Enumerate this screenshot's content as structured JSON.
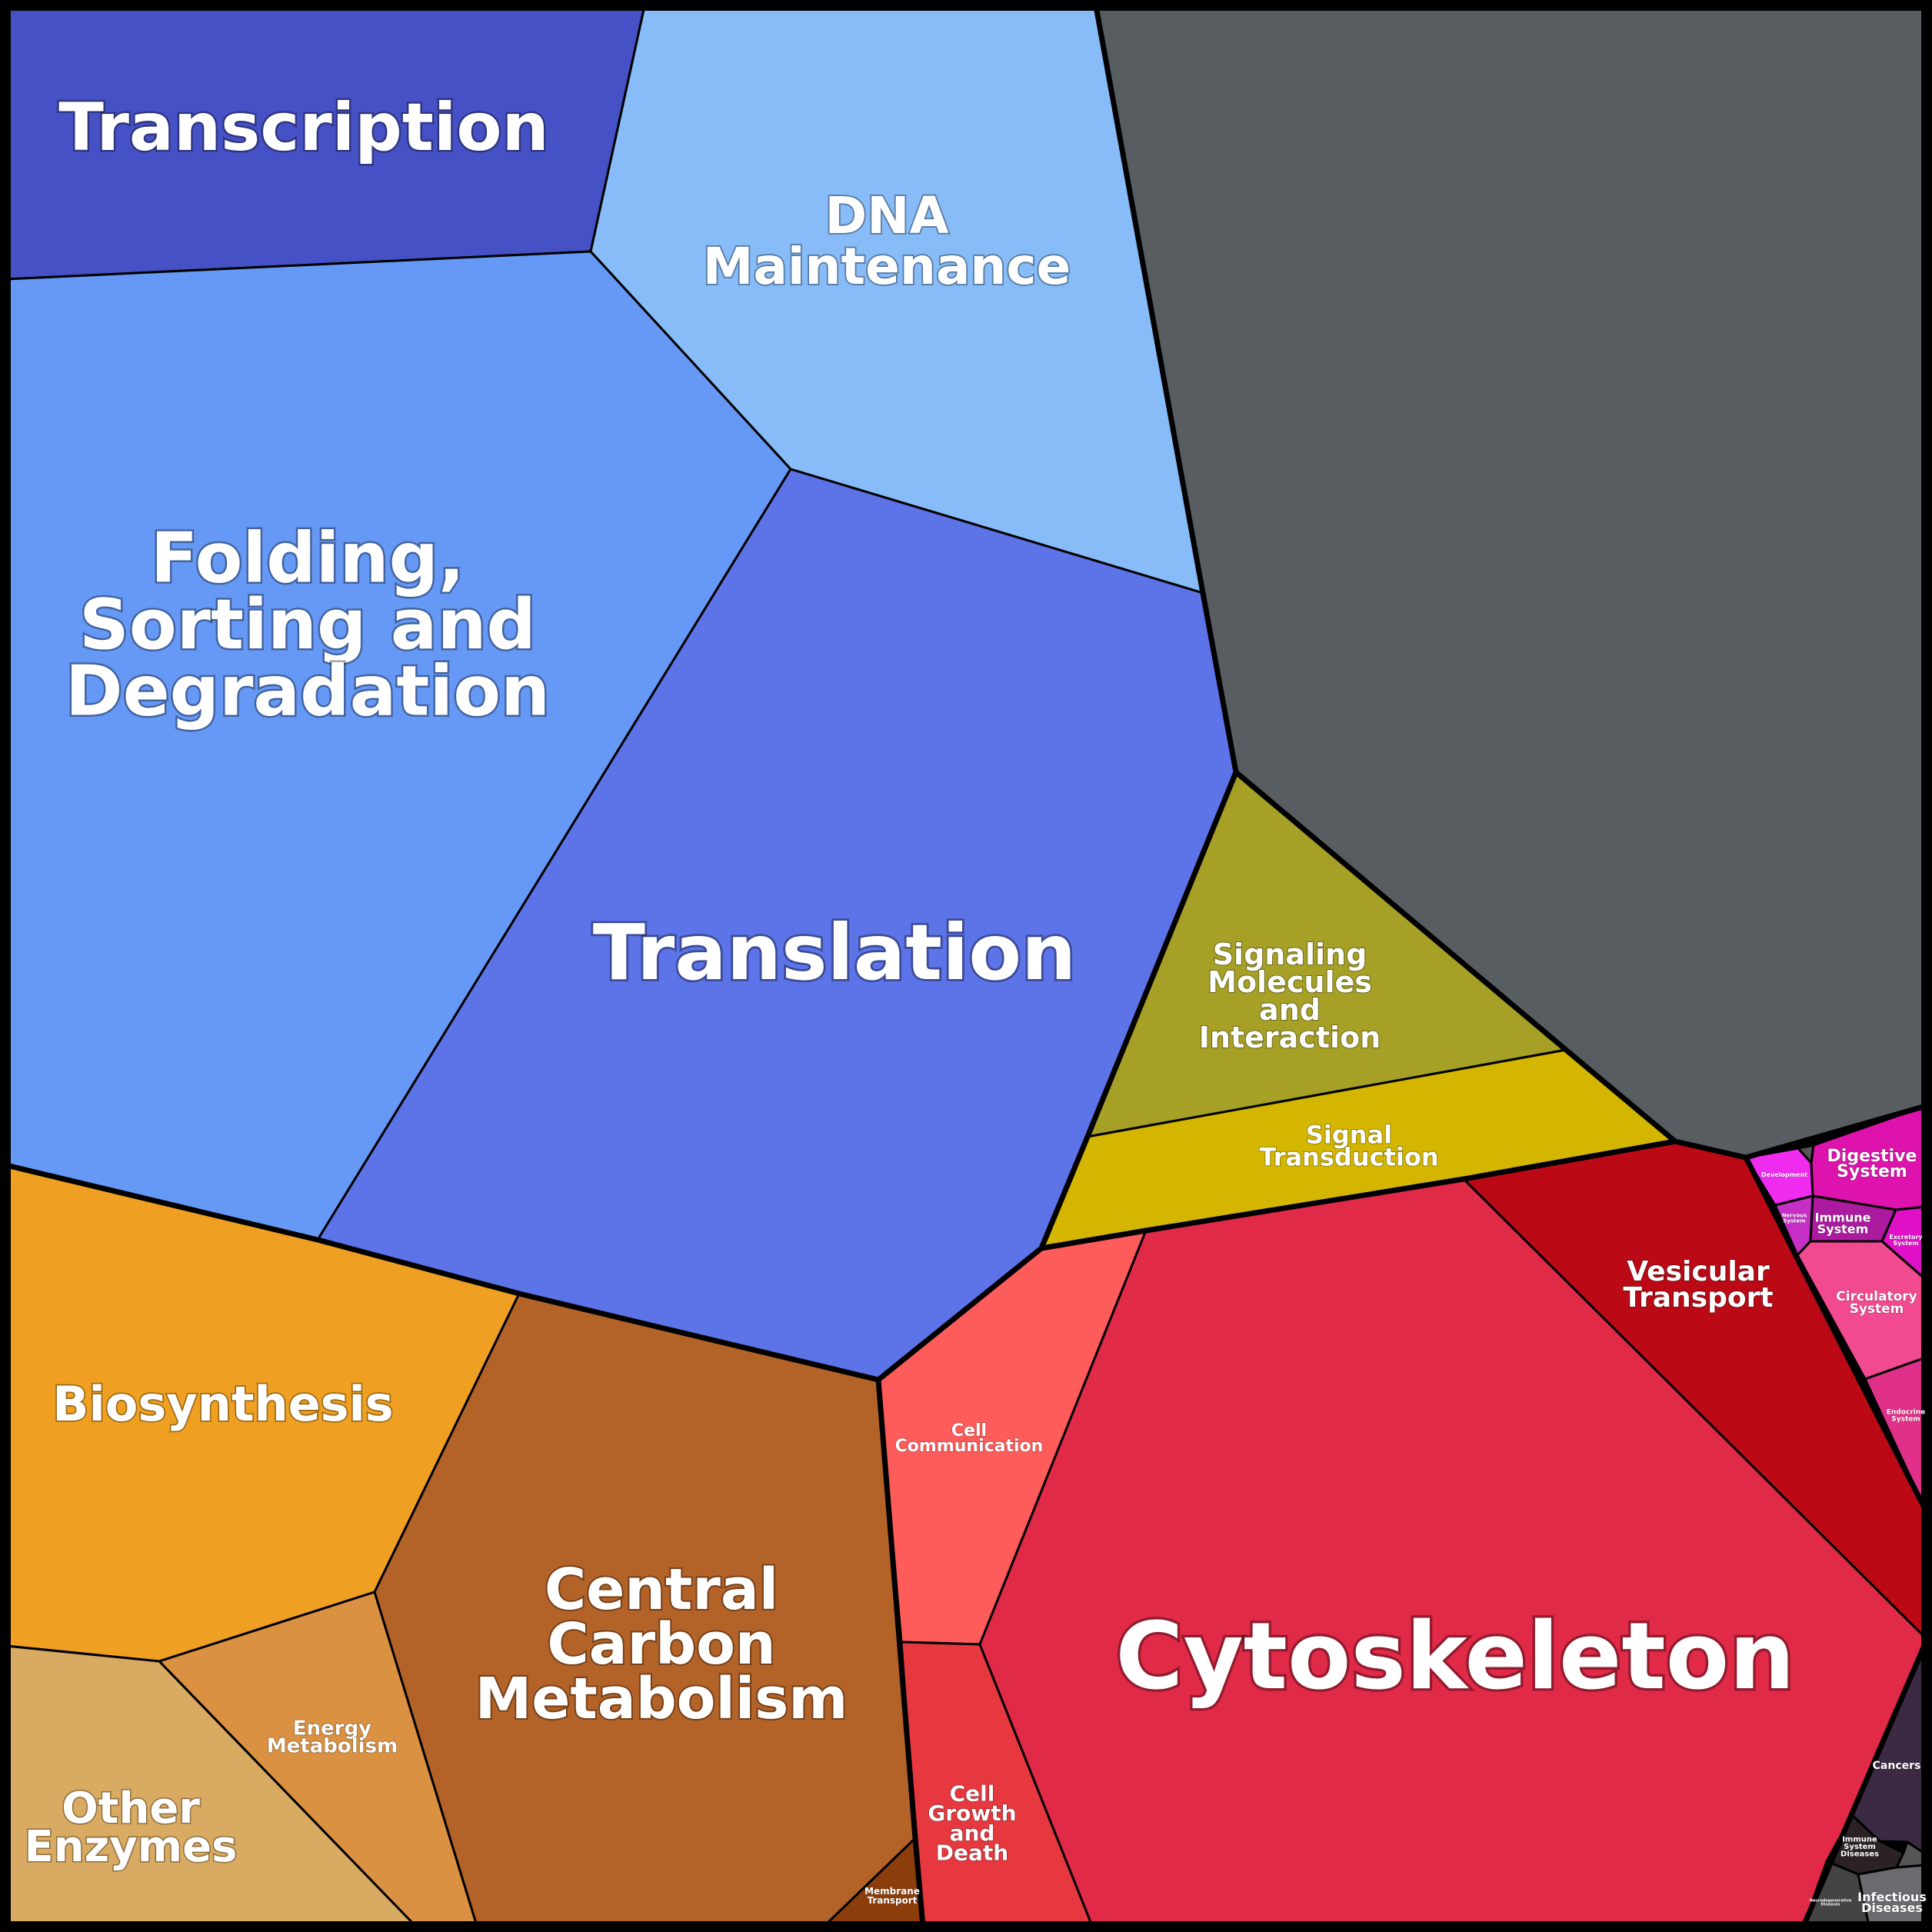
{
  "chart_data": {
    "type": "voronoi-treemap",
    "colors": {
      "transcription": "#4551C4",
      "dna_maintenance": "#87BCF8",
      "unlabeled_gray": "#575D61",
      "folding": "#6699F5",
      "translation": "#5C74E8",
      "signaling": "#A6A026",
      "signal_transduction": "#D4B600",
      "biosynthesis": "#EFA023",
      "central_carbon": "#B46328",
      "energy": "#DB9142",
      "other_enzymes": "#D9AA61",
      "membrane": "#8B3E0C",
      "cell_communication": "#FE5C5A",
      "cell_growth": "#E8383F",
      "cytoskeleton": "#E12A47",
      "vesicular": "#BB0A16",
      "development": "#F02BF0",
      "digestive": "#DE12AC",
      "nervous": "#C62FC6",
      "immune": "#AC1A9F",
      "excretory": "#E010C6",
      "circulatory": "#F24A90",
      "endocrine": "#E0308A",
      "cancers": "#3B2A42",
      "immune_diseases": "#2B2226",
      "neuro_diseases": "#444444",
      "infectious": "#6B6B6F",
      "small_dark": "#555555"
    },
    "labels": {
      "transcription": [
        "Transcription"
      ],
      "dna_maintenance": [
        "DNA",
        "Maintenance"
      ],
      "folding": [
        "Folding,",
        "Sorting and",
        "Degradation"
      ],
      "translation": [
        "Translation"
      ],
      "signaling": [
        "Signaling",
        "Molecules",
        "and",
        "Interaction"
      ],
      "signal_transduction": [
        "Signal",
        "Transduction"
      ],
      "biosynthesis": [
        "Biosynthesis"
      ],
      "central_carbon": [
        "Central",
        "Carbon",
        "Metabolism"
      ],
      "energy": [
        "Energy",
        "Metabolism"
      ],
      "other_enzymes": [
        "Other",
        "Enzymes"
      ],
      "membrane": [
        "Membrane",
        "Transport"
      ],
      "cell_communication": [
        "Cell",
        "Communication"
      ],
      "cell_growth": [
        "Cell",
        "Growth",
        "and",
        "Death"
      ],
      "cytoskeleton": [
        "Cytoskeleton"
      ],
      "vesicular": [
        "Vesicular",
        "Transport"
      ],
      "development": [
        "Development"
      ],
      "digestive": [
        "Digestive",
        "System"
      ],
      "nervous": [
        "Nervous",
        "System"
      ],
      "immune": [
        "Immune",
        "System"
      ],
      "excretory": [
        "Excretory",
        "System"
      ],
      "circulatory": [
        "Circulatory",
        "System"
      ],
      "endocrine": [
        "Endocrine",
        "System"
      ],
      "cancers": [
        "Cancers"
      ],
      "immune_diseases": [
        "Immune",
        "System",
        "Diseases"
      ],
      "neuro_diseases": [
        "Neurodegenerative",
        "Diseases"
      ],
      "infectious": [
        "Infectious",
        "Diseases"
      ]
    }
  }
}
